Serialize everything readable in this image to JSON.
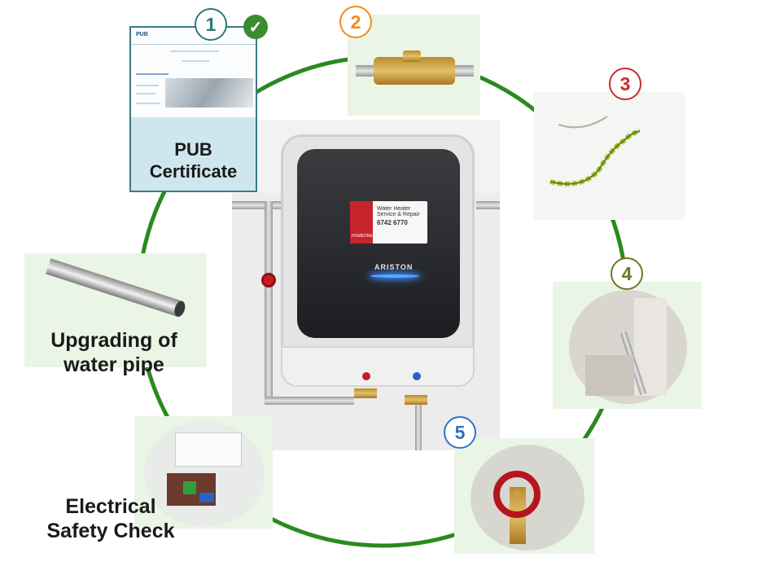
{
  "steps": [
    {
      "number": "1",
      "color": "#2a7a7a"
    },
    {
      "number": "2",
      "color": "#f28c1a"
    },
    {
      "number": "3",
      "color": "#cc2a2a"
    },
    {
      "number": "4",
      "color": "#6b7a1e"
    },
    {
      "number": "5",
      "color": "#2f72c8"
    }
  ],
  "pub_certificate": {
    "logo_text": "PUB",
    "label_line1": "PUB",
    "label_line2": "Certificate"
  },
  "pipe_label": {
    "line1": "Upgrading of",
    "line2": "water pipe"
  },
  "electrical_label": {
    "line1": "Electrical",
    "line2": "Safety Check"
  },
  "heater": {
    "brand": "ARISTON",
    "sticker_title": "Water Heater Service & Repair",
    "sticker_phone": "6742 6770",
    "sticker_brand": "HOMEONE"
  },
  "colors": {
    "ring": "#2a8a1e",
    "photo_bg": "#eaf5e6"
  }
}
